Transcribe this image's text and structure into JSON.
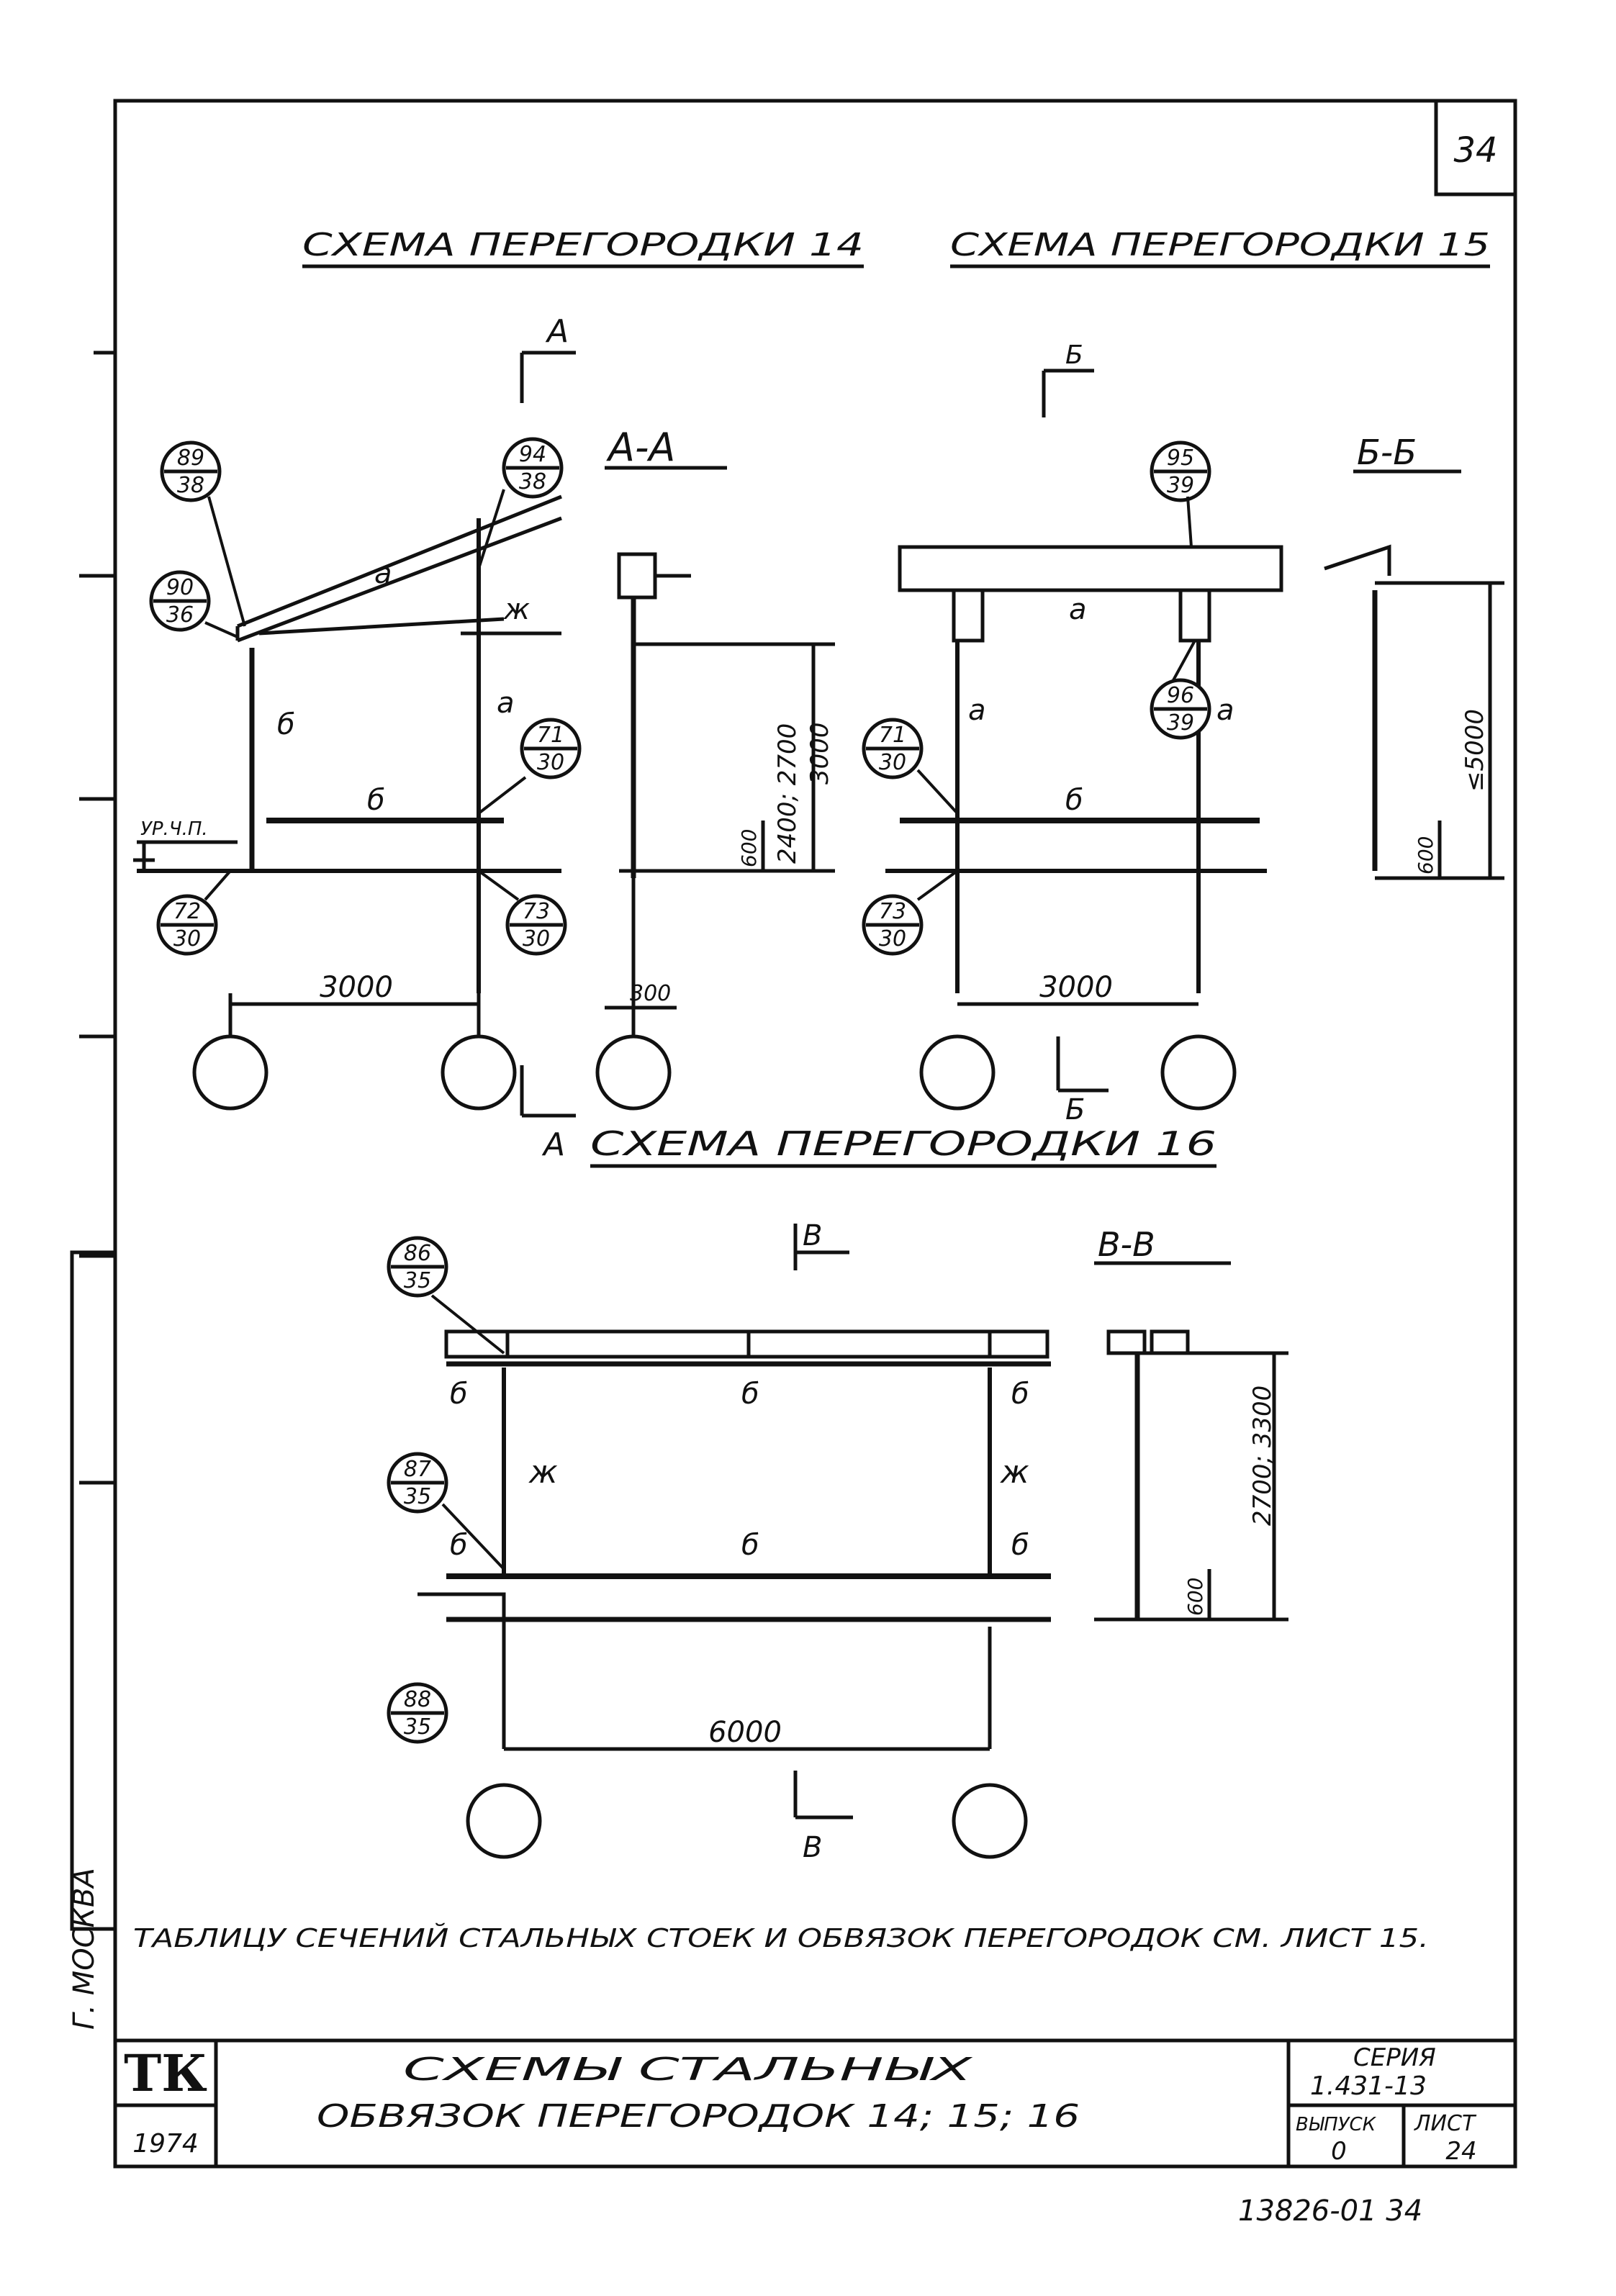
{
  "page_number": "34",
  "schemes": {
    "s14": {
      "title": "СХЕМА ПЕРЕГОРОДКИ 14",
      "cut_marker": "А",
      "section_title": "А-А",
      "nodes": [
        {
          "top": "89",
          "bot": "38"
        },
        {
          "top": "90",
          "bot": "36"
        },
        {
          "top": "94",
          "bot": "38"
        },
        {
          "top": "71",
          "bot": "30"
        },
        {
          "top": "72",
          "bot": "30"
        },
        {
          "top": "73",
          "bot": "30"
        }
      ],
      "labels": {
        "a": "а",
        "b": "б",
        "zh": "ж",
        "level": "УР.Ч.П."
      },
      "dims": {
        "span": "3000",
        "h1": "2400; 2700",
        "h2": "3000",
        "low": "600",
        "base": "300"
      }
    },
    "s15": {
      "title": "СХЕМА ПЕРЕГОРОДКИ 15",
      "cut_marker": "Б",
      "section_title": "Б-Б",
      "nodes": [
        {
          "top": "95",
          "bot": "39"
        },
        {
          "top": "96",
          "bot": "39"
        },
        {
          "top": "71",
          "bot": "30"
        },
        {
          "top": "73",
          "bot": "30"
        }
      ],
      "labels": {
        "a": "а",
        "b": "б"
      },
      "dims": {
        "span": "3000",
        "h": "≤5000",
        "low": "600"
      }
    },
    "s16": {
      "title": "СХЕМА ПЕРЕГОРОДКИ 16",
      "cut_marker": "В",
      "section_title": "В-В",
      "nodes": [
        {
          "top": "86",
          "bot": "35"
        },
        {
          "top": "87",
          "bot": "35"
        },
        {
          "top": "88",
          "bot": "35"
        }
      ],
      "labels": {
        "b": "б",
        "zh": "ж"
      },
      "dims": {
        "span": "6000",
        "h": "2700; 3300",
        "low": "600"
      }
    }
  },
  "note": "ТАБЛИЦУ СЕЧЕНИЙ СТАЛЬНЫХ СТОЕК И ОБВЯЗОК ПЕРЕГОРОДОК СМ. ЛИСТ 15.",
  "side_text": "Г. МОСКВА",
  "title_block": {
    "logo": "ТК",
    "year": "1974",
    "title_line1": "СХЕМЫ СТАЛЬНЫХ",
    "title_line2": "ОБВЯЗОК ПЕРЕГОРОДОК 14; 15; 16",
    "series_label": "СЕРИЯ",
    "series_value": "1.431-13",
    "issue_label": "ВЫПУСК",
    "issue_value": "0",
    "sheet_label": "ЛИСТ",
    "sheet_value": "24"
  },
  "footer_code": "13826-01 34"
}
